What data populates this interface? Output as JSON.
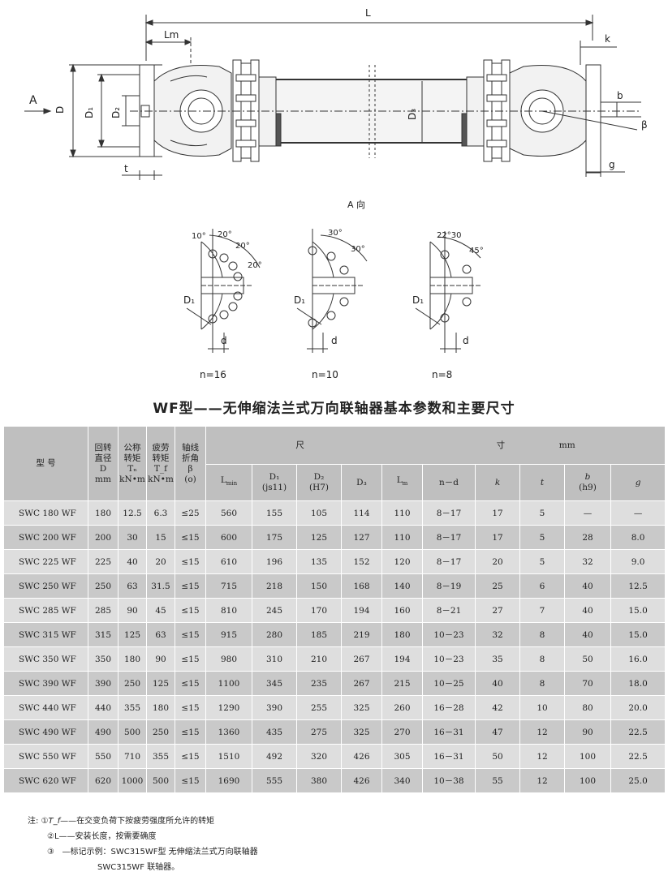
{
  "drawing": {
    "dim_L": "L",
    "dim_Lm": "Lm",
    "dim_k": "k",
    "dim_A": "A",
    "dim_D": "D",
    "dim_D1": "D₁",
    "dim_D2": "D₂",
    "dim_D3": "D₃",
    "dim_t": "t",
    "dim_b": "b",
    "dim_beta": "β",
    "dim_g": "g",
    "view_label": "A 向",
    "flange_views": [
      {
        "caption": "n=16",
        "angles": [
          "10°",
          "20°",
          "20°",
          "20°"
        ],
        "d1": "D₁",
        "d": "d"
      },
      {
        "caption": "n=10",
        "angles": [
          "30°",
          "30°"
        ],
        "d1": "D₁",
        "d": "d"
      },
      {
        "caption": "n=8",
        "angles": [
          "22°30",
          "45°"
        ],
        "d1": "D₁",
        "d": "d"
      }
    ]
  },
  "title": "WF型——无伸缩法兰式万向联轴器基本参数和主要尺寸",
  "table": {
    "header": {
      "model": "型  号",
      "rot_dia": [
        "回转",
        "直径",
        "D",
        "mm"
      ],
      "torque_n": [
        "公称",
        "转矩",
        "Tₙ",
        "kN•m"
      ],
      "torque_f": [
        "疲劳",
        "转矩",
        "T_f",
        "kN•m"
      ],
      "angle": [
        "轴线",
        "折角",
        "β",
        "(o)"
      ],
      "dims_title_left": "尺",
      "dims_title_right": "寸",
      "dims_unit": "mm",
      "cols": [
        [
          "L",
          "min"
        ],
        [
          "D₁",
          "(js11)"
        ],
        [
          "D₂",
          "(H7)"
        ],
        [
          "D₃",
          ""
        ],
        [
          "L",
          "m"
        ],
        [
          "n－d",
          ""
        ],
        [
          "k",
          ""
        ],
        [
          "t",
          ""
        ],
        [
          "b",
          "(h9)"
        ],
        [
          "g",
          ""
        ]
      ]
    },
    "rows": [
      [
        "SWC 180 WF",
        "180",
        "12.5",
        "6.3",
        "≤25",
        "560",
        "155",
        "105",
        "114",
        "110",
        "8－17",
        "17",
        "5",
        "—",
        "—"
      ],
      [
        "SWC 200 WF",
        "200",
        "30",
        "15",
        "≤15",
        "600",
        "175",
        "125",
        "127",
        "110",
        "8－17",
        "17",
        "5",
        "28",
        "8.0"
      ],
      [
        "SWC 225 WF",
        "225",
        "40",
        "20",
        "≤15",
        "610",
        "196",
        "135",
        "152",
        "120",
        "8－17",
        "20",
        "5",
        "32",
        "9.0"
      ],
      [
        "SWC 250 WF",
        "250",
        "63",
        "31.5",
        "≤15",
        "715",
        "218",
        "150",
        "168",
        "140",
        "8－19",
        "25",
        "6",
        "40",
        "12.5"
      ],
      [
        "SWC 285 WF",
        "285",
        "90",
        "45",
        "≤15",
        "810",
        "245",
        "170",
        "194",
        "160",
        "8－21",
        "27",
        "7",
        "40",
        "15.0"
      ],
      [
        "SWC 315 WF",
        "315",
        "125",
        "63",
        "≤15",
        "915",
        "280",
        "185",
        "219",
        "180",
        "10－23",
        "32",
        "8",
        "40",
        "15.0"
      ],
      [
        "SWC 350 WF",
        "350",
        "180",
        "90",
        "≤15",
        "980",
        "310",
        "210",
        "267",
        "194",
        "10－23",
        "35",
        "8",
        "50",
        "16.0"
      ],
      [
        "SWC 390 WF",
        "390",
        "250",
        "125",
        "≤15",
        "1100",
        "345",
        "235",
        "267",
        "215",
        "10－25",
        "40",
        "8",
        "70",
        "18.0"
      ],
      [
        "SWC 440 WF",
        "440",
        "355",
        "180",
        "≤15",
        "1290",
        "390",
        "255",
        "325",
        "260",
        "16－28",
        "42",
        "10",
        "80",
        "20.0"
      ],
      [
        "SWC 490 WF",
        "490",
        "500",
        "250",
        "≤15",
        "1360",
        "435",
        "275",
        "325",
        "270",
        "16－31",
        "47",
        "12",
        "90",
        "22.5"
      ],
      [
        "SWC 550 WF",
        "550",
        "710",
        "355",
        "≤15",
        "1510",
        "492",
        "320",
        "426",
        "305",
        "16－31",
        "50",
        "12",
        "100",
        "22.5"
      ],
      [
        "SWC 620 WF",
        "620",
        "1000",
        "500",
        "≤15",
        "1690",
        "555",
        "380",
        "426",
        "340",
        "10－38",
        "55",
        "12",
        "100",
        "25.0"
      ]
    ]
  },
  "notes": {
    "label": "注:",
    "n1_mark": "①",
    "n1_sym": "T_f",
    "n1_text": "——在交变负荷下按疲劳强度所允许的转矩",
    "n2_mark": "②",
    "n2_text": "L——安装长度，按需要确度",
    "n3_mark": "③",
    "n3_text": "—标记示例：SWC315WF型  无伸缩法兰式万向联轴器",
    "n3_cont": "SWC315WF   联轴器。"
  }
}
